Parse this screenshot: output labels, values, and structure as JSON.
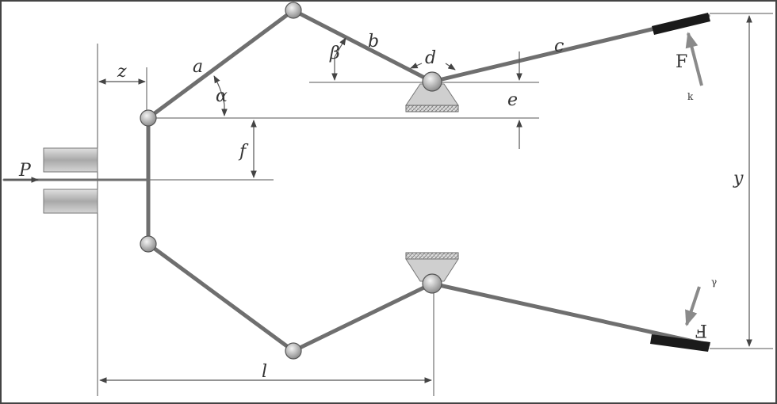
{
  "labels": {
    "a": "a",
    "b": "b",
    "c": "c",
    "d": "d",
    "e": "e",
    "f": "f",
    "z": "z",
    "l": "l",
    "y": "y",
    "P": "P",
    "alpha": "α",
    "beta": "β",
    "F_top": "F",
    "F_bottom": "F",
    "k": "k",
    "gamma": "γ"
  },
  "colors": {
    "link": "#6f6f6f",
    "pad": "#1a1a1a",
    "line": "#555555"
  }
}
